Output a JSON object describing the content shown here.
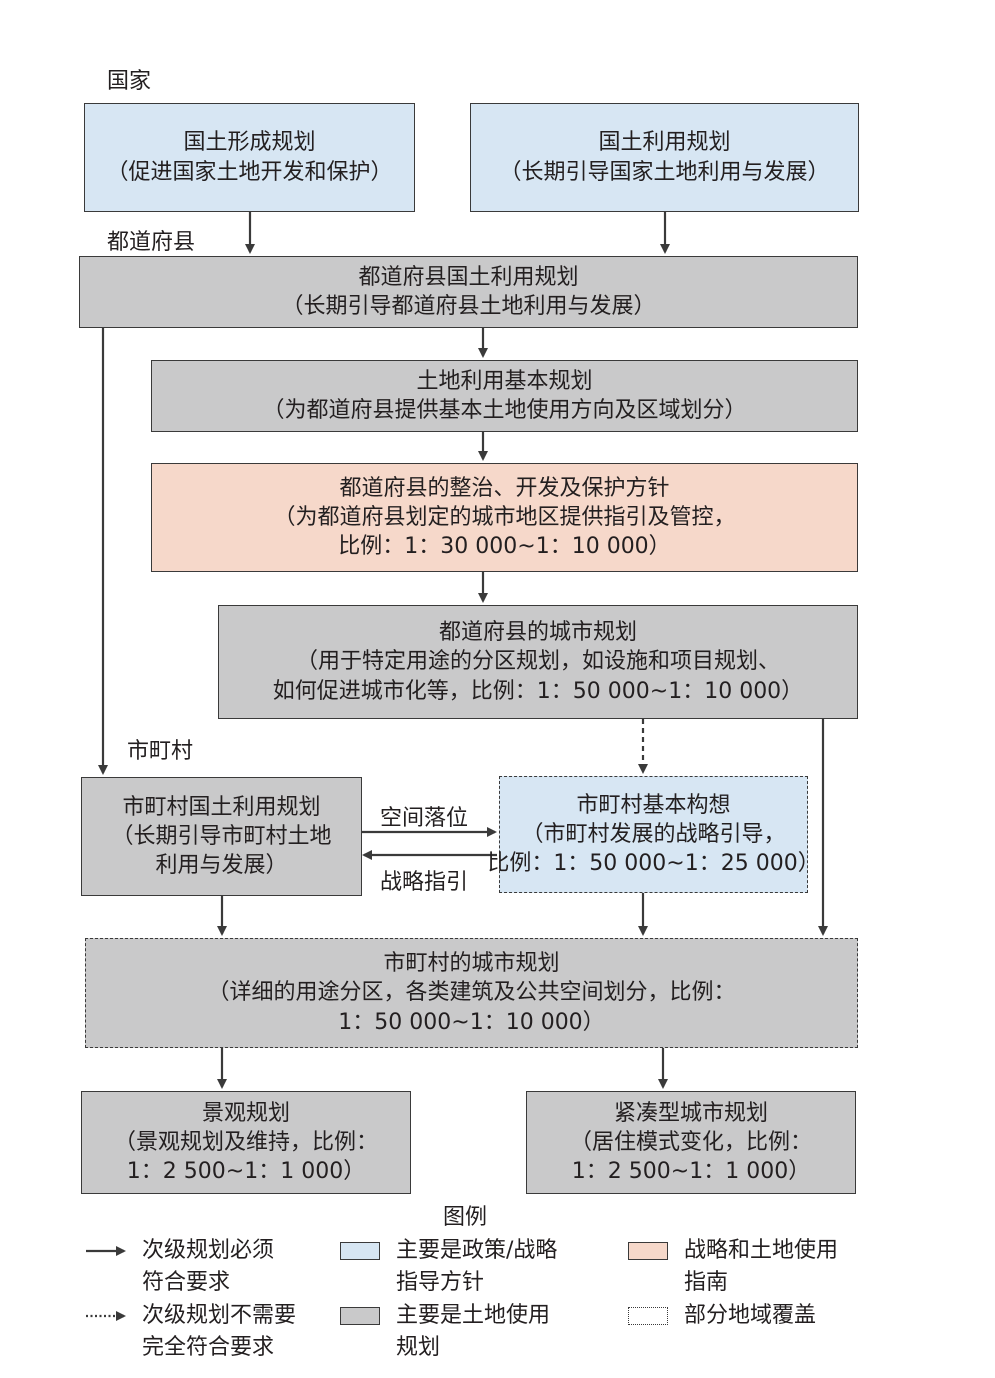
{
  "levels": {
    "national": "国家",
    "prefecture": "都道府县",
    "municipal": "市町村"
  },
  "boxes": {
    "national_spatial": [
      "国土形成规划",
      "（促进国家土地开发和保护）"
    ],
    "national_land_use": [
      "国土利用规划",
      "（长期引导国家土地利用与发展）"
    ],
    "pref_land_use": [
      "都道府县国土利用规划",
      "（长期引导都道府县土地利用与发展）"
    ],
    "basic_land_use": [
      "土地利用基本规划",
      "（为都道府县提供基本土地使用方向及区域划分）"
    ],
    "pref_policy": [
      "都道府县的整治、开发及保护方针",
      "（为都道府县划定的城市地区提供指引及管控，",
      "比例：1：30 000~1：10 000）"
    ],
    "pref_city_plan": [
      "都道府县的城市规划",
      "（用于特定用途的分区规划，如设施和项目规划、",
      "如何促进城市化等，比例：1：50 000~1：10 000）"
    ],
    "muni_land_use": [
      "市町村国土利用规划",
      "（长期引导市町村土地",
      "利用与发展）"
    ],
    "muni_basic_concept": [
      "市町村基本构想",
      "（市町村发展的战略引导，",
      "比例：1：50 000~1：25 000）"
    ],
    "muni_city_plan": [
      "市町村的城市规划",
      "（详细的用途分区，各类建筑及公共空间划分，比例：",
      "1：50 000~1：10 000）"
    ],
    "landscape": [
      "景观规划",
      "（景观规划及维持，比例：",
      "1：2 500~1：1 000）"
    ],
    "compact_city": [
      "紧凑型城市规划",
      "（居住模式变化，比例：",
      "1：2 500~1：1 000）"
    ]
  },
  "connectors": {
    "spatial_placement": "空间落位",
    "strategic_guidance": "战略指引"
  },
  "legend": {
    "title": "图例",
    "solid_arrow": [
      "次级规划必须",
      "符合要求"
    ],
    "dotted_arrow": [
      "次级规划不需要",
      "完全符合要求"
    ],
    "blue": [
      "主要是政策/战略",
      "指导方针"
    ],
    "gray": [
      "主要是土地使用",
      "规划"
    ],
    "pink": [
      "战略和土地使用",
      "指南"
    ],
    "dashed": [
      "部分地域覆盖"
    ]
  },
  "colors": {
    "policy_fill": "#d7e6f3",
    "land_use_fill": "#c9c9ca",
    "strategy_fill": "#f6d8ca",
    "line": "#3a3a3a"
  }
}
